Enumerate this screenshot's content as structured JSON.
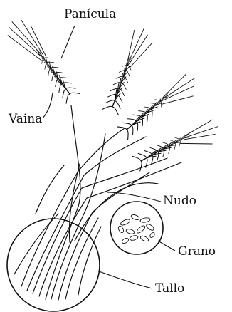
{
  "labels": {
    "panicula": "Panícula",
    "vaina": "Vaina",
    "nudo": "Nudo",
    "grano": "Grano",
    "tallo": "Tallo"
  },
  "colors": {
    "ink": "#111111",
    "background": "#ffffff"
  }
}
